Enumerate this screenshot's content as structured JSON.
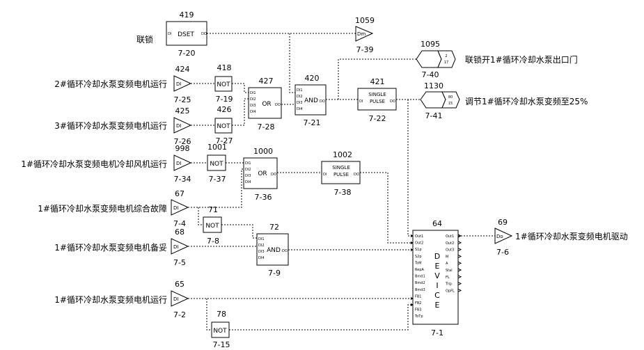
{
  "signals": {
    "interlock": "联锁",
    "pump2_running": "2#循环冷却水泵变频电机运行",
    "pump3_running": "3#循环冷却水泵变频电机运行",
    "fan1_running": "1#循环冷却水泵变频电机冷却风机运行",
    "fault1": "1#循环冷却水泵变频电机综合故障",
    "ready1": "1#循环冷却水泵变频电机备妥",
    "run1": "1#循环冷却水泵变频电机运行",
    "open_valve": "联锁开1#循环冷却水泵出口门",
    "set_freq": "调节1#循环冷却水泵变频至25%",
    "drive": "1#循环冷却水泵变频电机驱动"
  },
  "blocks": {
    "dset": {
      "num": "419",
      "name": "DSET",
      "pin_in": "DI",
      "pin_out": "DO",
      "id": "7-20"
    },
    "di424": {
      "num": "424",
      "name": "DI",
      "id": "7-25"
    },
    "not418": {
      "num": "418",
      "name": "NOT",
      "id": "7-19"
    },
    "di425": {
      "num": "425",
      "name": "DI",
      "id": "7-26"
    },
    "not426": {
      "num": "426",
      "name": "NOT",
      "id": "7-27"
    },
    "or427": {
      "num": "427",
      "name": "OR",
      "pins": [
        "DI1",
        "DI2",
        "DI3",
        "DI4"
      ],
      "pin_out": "DO",
      "id": "7-28"
    },
    "and420": {
      "num": "420",
      "name": "AND",
      "pins": [
        "DI1",
        "DI2",
        "DI3",
        "DI4"
      ],
      "pin_out": "DO",
      "id": "7-21"
    },
    "dm1059": {
      "num": "1059",
      "name": "Dm",
      "id": "7-39"
    },
    "sp421": {
      "num": "421",
      "name1": "SINGLE",
      "name2": "PULSE",
      "pin_in": "DI",
      "pin_out": "DO",
      "id": "7-22"
    },
    "out1095": {
      "num": "1095",
      "v1": "2",
      "v2": "17",
      "id": "7-40"
    },
    "out1130": {
      "num": "1130",
      "v1": "80",
      "v2": "15",
      "id": "7-41"
    },
    "di998": {
      "num": "998",
      "name": "DI",
      "id": "7-34"
    },
    "not1001": {
      "num": "1001",
      "name": "NOT",
      "id": "7-37"
    },
    "or1000": {
      "num": "1000",
      "name": "OR",
      "pins": [
        "DI1",
        "DI2",
        "DI3",
        "DI4"
      ],
      "pin_out": "DO",
      "id": "7-36"
    },
    "sp1002": {
      "num": "1002",
      "name1": "SINGLE",
      "name2": "PULSE",
      "pin_in": "DI",
      "pin_out": "DO",
      "id": "7-38"
    },
    "di67": {
      "num": "67",
      "name": "DI",
      "id": "7-4"
    },
    "not71": {
      "num": "71",
      "name": "NOT",
      "id": "7-8"
    },
    "di68": {
      "num": "68",
      "name": "DI",
      "id": "7-5"
    },
    "and72": {
      "num": "72",
      "name": "AND",
      "pins": [
        "DI1",
        "DI2",
        "DI3",
        "DI4"
      ],
      "pin_out": "DO",
      "id": "7-9"
    },
    "di65": {
      "num": "65",
      "name": "DI",
      "id": "7-2"
    },
    "not78": {
      "num": "78",
      "name": "NOT",
      "id": "7-15"
    },
    "dev64": {
      "num": "64",
      "letters": [
        "D",
        "E",
        "V",
        "I",
        "C",
        "E"
      ],
      "id": "7-1",
      "inputs": [
        "Out1",
        "Out2",
        "S1p",
        "S2p",
        "ToM",
        "RepA",
        "Bmd1",
        "Bmd2",
        "Bmd3",
        "FB1",
        "FB2",
        "FB3",
        "ToTp"
      ],
      "outputs": [
        "Out1",
        "Out2",
        "Out3",
        "M",
        "A",
        "Stal",
        "FL",
        "Trip",
        "OpFL"
      ]
    },
    "do69": {
      "num": "69",
      "name": "Do",
      "id": "7-6"
    }
  }
}
